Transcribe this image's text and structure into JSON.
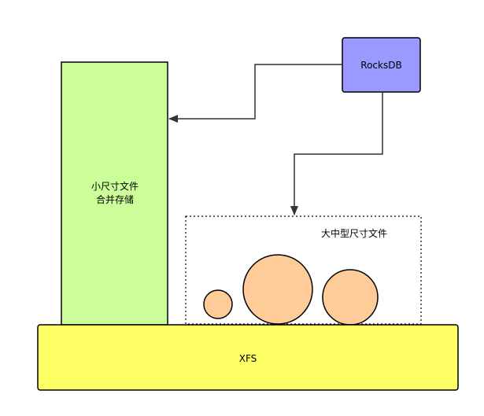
{
  "diagram": {
    "rocksdb": {
      "label": "RocksDB",
      "fill": "#9999ff"
    },
    "small_files": {
      "line1": "小尺寸文件",
      "line2": "合并存储",
      "fill": "#ccff99"
    },
    "large_files": {
      "label": "大中型尺寸文件"
    },
    "xfs": {
      "label": "XFS",
      "fill": "#ffff66"
    },
    "file_circles": {
      "fill": "#ffcc99",
      "count": 3
    },
    "stroke_color": "#000000",
    "arrow_color": "#333333"
  }
}
